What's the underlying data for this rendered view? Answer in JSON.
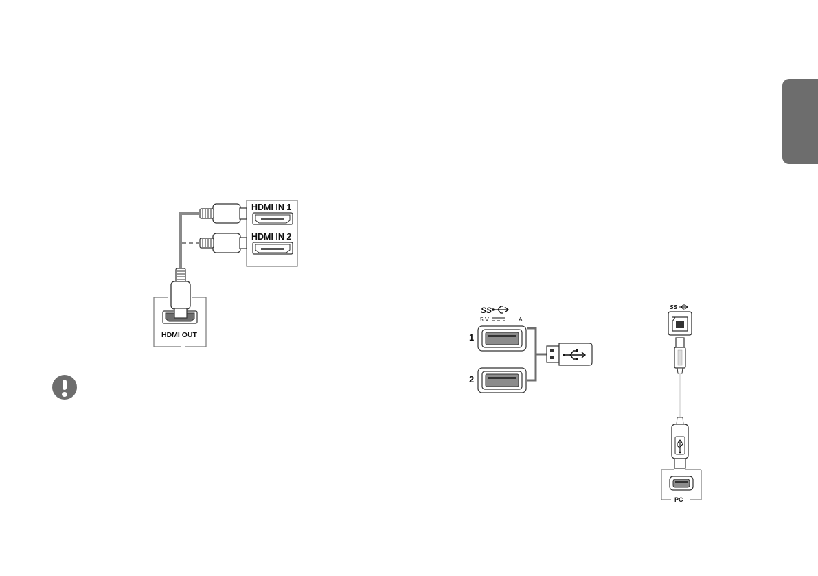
{
  "hdmi_diagram": {
    "input_1": "HDMI IN 1",
    "input_2": "HDMI IN 2",
    "output": "HDMI OUT"
  },
  "usb_hub_diagram": {
    "ss_logo": "SS",
    "power_rating_volts": "5 V",
    "power_rating_amps": "A",
    "port_1": "1",
    "port_2": "2"
  },
  "usb_upstream_diagram": {
    "ss_logo": "SS",
    "pc_label": "PC"
  },
  "colors": {
    "tab_gray": "#6d6d6d",
    "line_gray": "#8a8a8a",
    "dark": "#222222"
  },
  "icons": [
    "notice-exclamation-icon",
    "usb-trident-icon",
    "superspeed-usb-icon"
  ]
}
